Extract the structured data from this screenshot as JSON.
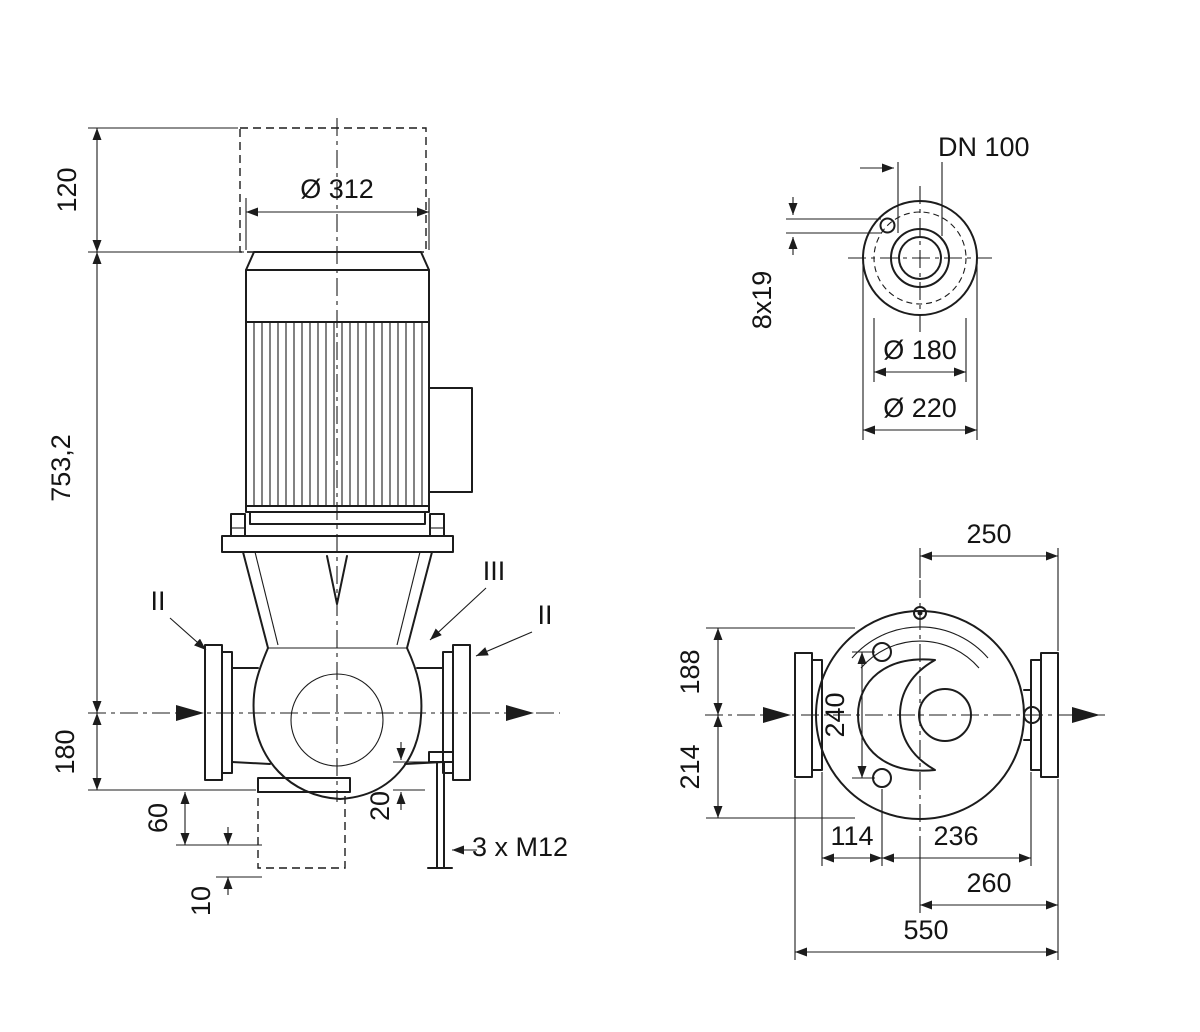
{
  "front_view": {
    "clearance_height": "120",
    "motor_diameter": "Ø 312",
    "overall_height": "753,2",
    "port_center_height": "180",
    "foot_offset": "60",
    "base_plate_thickness": "10",
    "drain_offset": "20",
    "anchor_bolts": "3 x M12",
    "section_left": "II",
    "section_center": "III",
    "section_right": "II"
  },
  "flange_view": {
    "nominal_diameter": "DN 100",
    "bolt_holes": "8x19",
    "bolt_circle_diameter": "Ø 180",
    "outer_diameter": "Ø 220"
  },
  "top_view": {
    "top_width": "250",
    "upper_offset": "188",
    "hole_spacing": "240",
    "lower_offset": "214",
    "foot_hole_offset": "114",
    "foot_span": "236",
    "discharge_length": "260",
    "overall_length": "550"
  },
  "colors": {
    "line": "#1c1c1c",
    "background": "#ffffff"
  }
}
